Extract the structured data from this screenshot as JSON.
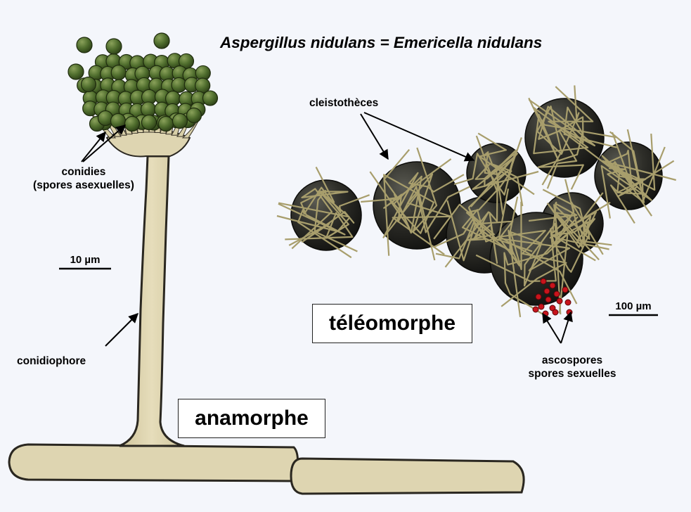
{
  "title": "Aspergillus nidulans = Emericella nidulans",
  "labels": {
    "cleistotheces": "cleistothèces",
    "conidies_line1": "conidies",
    "conidies_line2": "(spores asexuelles)",
    "scale_small": "10 µm",
    "scale_large": "100 µm",
    "conidiophore": "conidiophore",
    "ascospores_line1": "ascospores",
    "ascospores_line2": "spores sexuelles",
    "teleomorphe": "téléomorphe",
    "anamorphe": "anamorphe"
  },
  "colors": {
    "background": "#f4f6fb",
    "hypha_fill": "#ded5b1",
    "hypha_stroke": "#2a2720",
    "conidia": "#4c6a2a",
    "cleistothecium": "#2b2b26",
    "hyphal_threads": "#a89e6c",
    "ascospores": "#c8141c"
  }
}
